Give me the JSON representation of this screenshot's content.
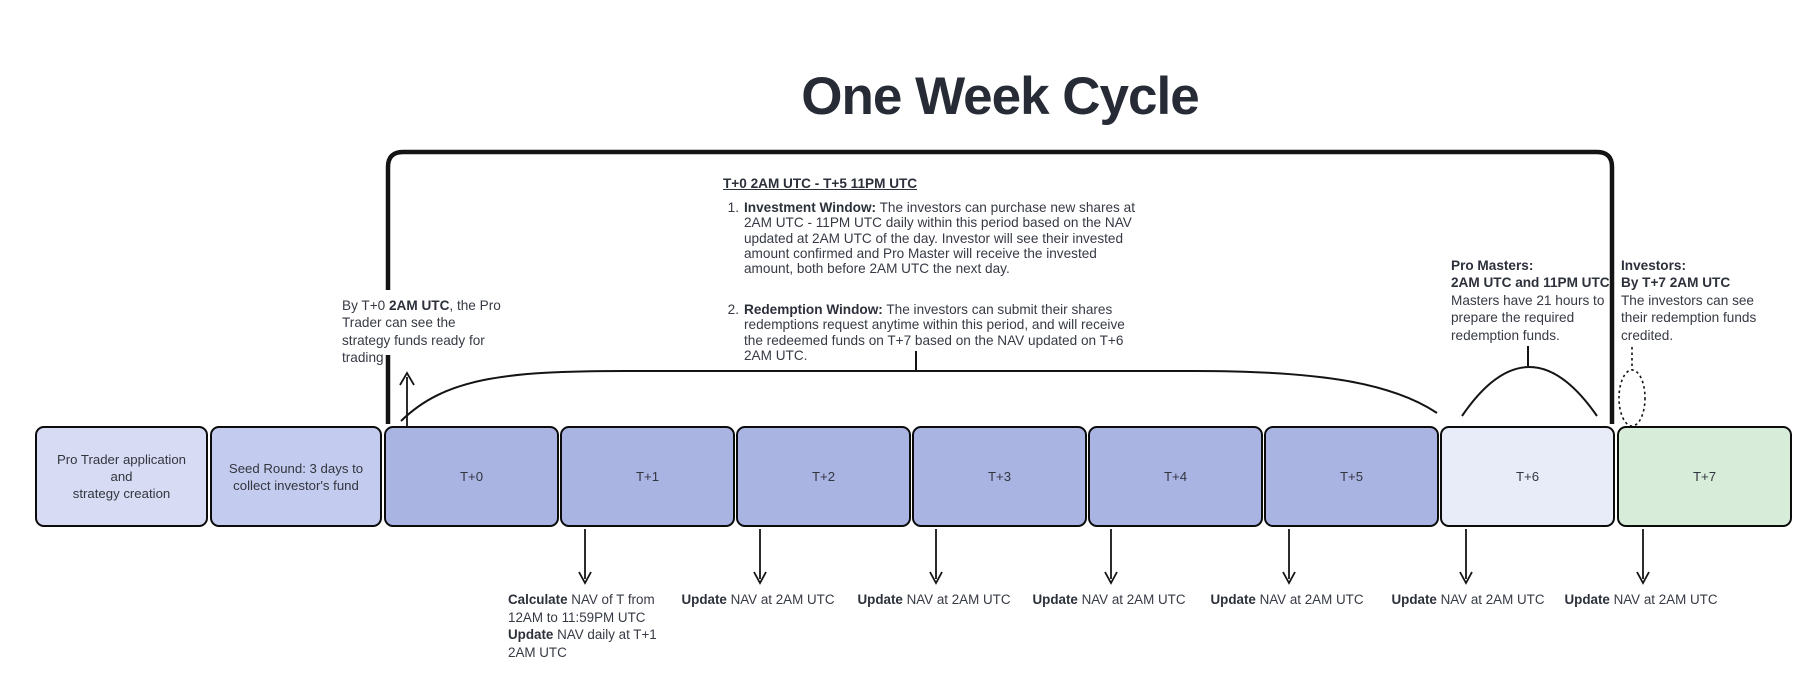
{
  "title": "One Week Cycle",
  "colors": {
    "box_application": "#d7dbf3",
    "box_seed_round": "#c3cbee",
    "box_trading_days": "#a9b4e3",
    "box_t6": "#e8ecf8",
    "box_t7": "#d7edda",
    "line": "#0c0c0c",
    "text": "#33363f"
  },
  "annotations": {
    "trader_note": {
      "pre": "By T+0 ",
      "bold": "2AM UTC",
      "post": ", the Pro Trader can see the strategy funds ready for trading"
    },
    "window": {
      "heading": "T+0 2AM UTC - T+5 11PM UTC",
      "items": [
        {
          "num": "1.",
          "label": "Investment Window:",
          "text": " The investors can purchase new shares at 2AM UTC - 11PM UTC daily within this period based on the NAV updated at 2AM UTC of the day. Investor will see their invested amount confirmed and Pro Master will receive the invested amount, both before 2AM UTC the next day."
        },
        {
          "num": "2.",
          "label": "Redemption Window:",
          "text": " The investors can submit their shares redemptions request anytime within this period, and will receive the redeemed funds on T+7 based on the NAV updated on T+6 2AM UTC."
        }
      ]
    },
    "pro_masters": {
      "heading": "Pro Masters:\n2AM UTC and 11PM UTC",
      "body": "Masters have 21 hours to prepare the required redemption funds."
    },
    "investors": {
      "heading": "Investors:\nBy T+7 2AM UTC",
      "body": "The investors can see their redemption funds credited."
    }
  },
  "timeline": {
    "boxes": [
      {
        "label": "Pro Trader application and\nstrategy creation"
      },
      {
        "label": "Seed Round: 3 days  to\ncollect investor's fund"
      },
      {
        "label": "T+0"
      },
      {
        "label": "T+1"
      },
      {
        "label": "T+2"
      },
      {
        "label": "T+3"
      },
      {
        "label": "T+4"
      },
      {
        "label": "T+5"
      },
      {
        "label": "T+6"
      },
      {
        "label": "T+7"
      }
    ]
  },
  "footnotes": {
    "calc": {
      "bold1": "Calculate",
      "rest1": " NAV of T from 12AM to 11:59PM UTC",
      "bold2": "Update",
      "rest2": " NAV daily at T+1 2AM UTC"
    },
    "updates": [
      {
        "bold": "Update",
        "rest": " NAV at 2AM UTC"
      },
      {
        "bold": "Update",
        "rest": " NAV at 2AM UTC"
      },
      {
        "bold": "Update",
        "rest": " NAV at 2AM UTC"
      },
      {
        "bold": "Update",
        "rest": " NAV at 2AM UTC"
      },
      {
        "bold": "Update",
        "rest": " NAV at 2AM UTC"
      },
      {
        "bold": "Update",
        "rest": " NAV at 2AM UTC"
      }
    ]
  }
}
